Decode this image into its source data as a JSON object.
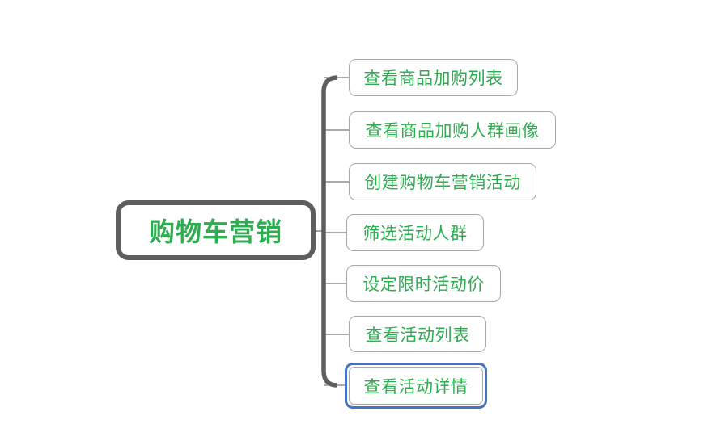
{
  "colors": {
    "canvas-bg": "#ffffff",
    "text-green": "#2eac50",
    "root-border": "#5e5e5e",
    "child-border": "#a8a8a8",
    "trunk": "#5e5e5e",
    "branch-line": "#8f8f8f",
    "selection-blue": "#4472c4"
  },
  "mindmap": {
    "root": {
      "label": "购物车营销"
    },
    "children": [
      {
        "label": "查看商品加购列表"
      },
      {
        "label": "查看商品加购人群画像"
      },
      {
        "label": "创建购物车营销活动"
      },
      {
        "label": "筛选活动人群"
      },
      {
        "label": "设定限时活动价"
      },
      {
        "label": "查看活动列表"
      },
      {
        "label": "查看活动详情",
        "selected": "true"
      }
    ]
  }
}
